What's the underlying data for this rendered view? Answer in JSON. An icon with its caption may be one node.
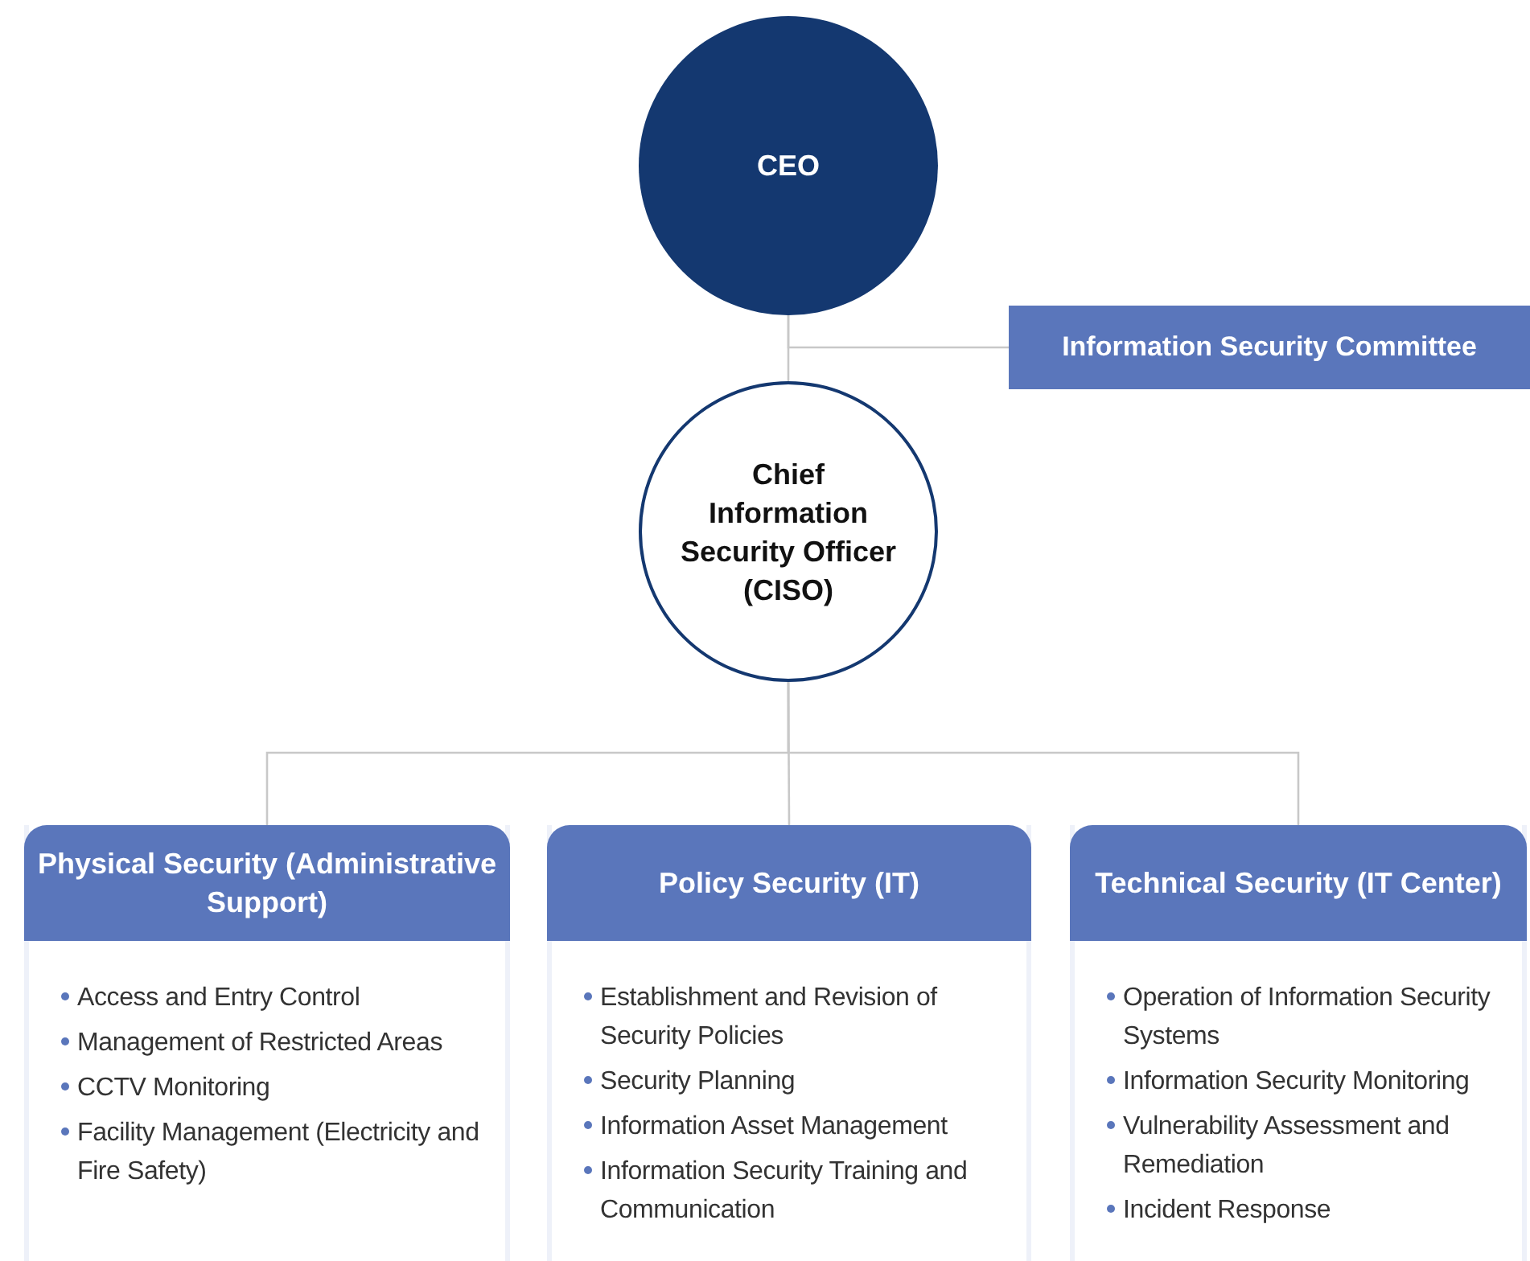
{
  "diagram": {
    "nodes": [
      {
        "text": [
          "CEO"
        ]
      },
      {
        "text": [
          "Information Security Committee"
        ]
      },
      {
        "text": [
          "Chief Information Security Officer (CISO)"
        ]
      },
      {
        "text": [
          "Physical Security (Administrative Support)",
          "Access and Entry Control",
          "Management of Restricted Areas",
          "CCTV Monitoring",
          "Facility Management (Electricity and Fire Safety)"
        ]
      },
      {
        "text": [
          "Policy Security (IT)",
          "Establishment and Revision of Security Policies",
          "Security Planning",
          "Information Asset Management",
          "Information Security Training and Communication"
        ]
      },
      {
        "text": [
          "Technical Security (IT Center)",
          "Operation of Information Security Systems",
          "Information Security Monitoring",
          "Vulnerability Assessment and Remediation",
          "Incident Response"
        ]
      }
    ],
    "edges": [
      {
        "from": 0,
        "to": 2,
        "arrow": "none"
      },
      {
        "from": 0,
        "to": 1,
        "arrow": "none"
      },
      {
        "from": 2,
        "to": 3,
        "arrow": "none"
      },
      {
        "from": 2,
        "to": 4,
        "arrow": "none"
      },
      {
        "from": 2,
        "to": 5,
        "arrow": "none"
      }
    ]
  }
}
